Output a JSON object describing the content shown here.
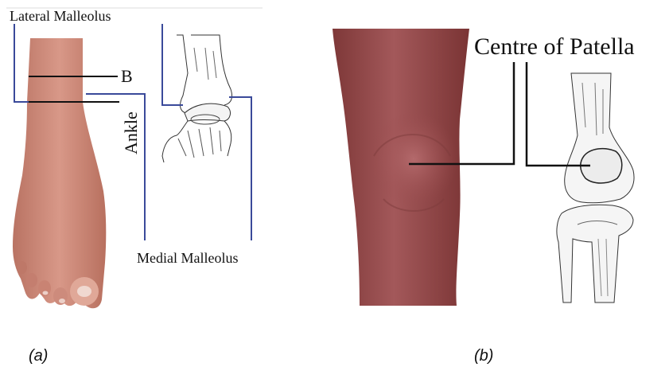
{
  "panel_a": {
    "labels": {
      "lateral_malleolus": "Lateral Malleolus",
      "b": "B",
      "ankle": "Ankle",
      "medial_malleolus": "Medial Malleolus"
    },
    "caption": "(a)"
  },
  "panel_b": {
    "labels": {
      "centre_of_patella": "Centre of Patella"
    },
    "caption": "(b)"
  },
  "colors": {
    "leader_line": "#3a4a9a",
    "marker_line": "#111111",
    "skin": "#c98878",
    "skin_knee": "#9a4c4a"
  }
}
